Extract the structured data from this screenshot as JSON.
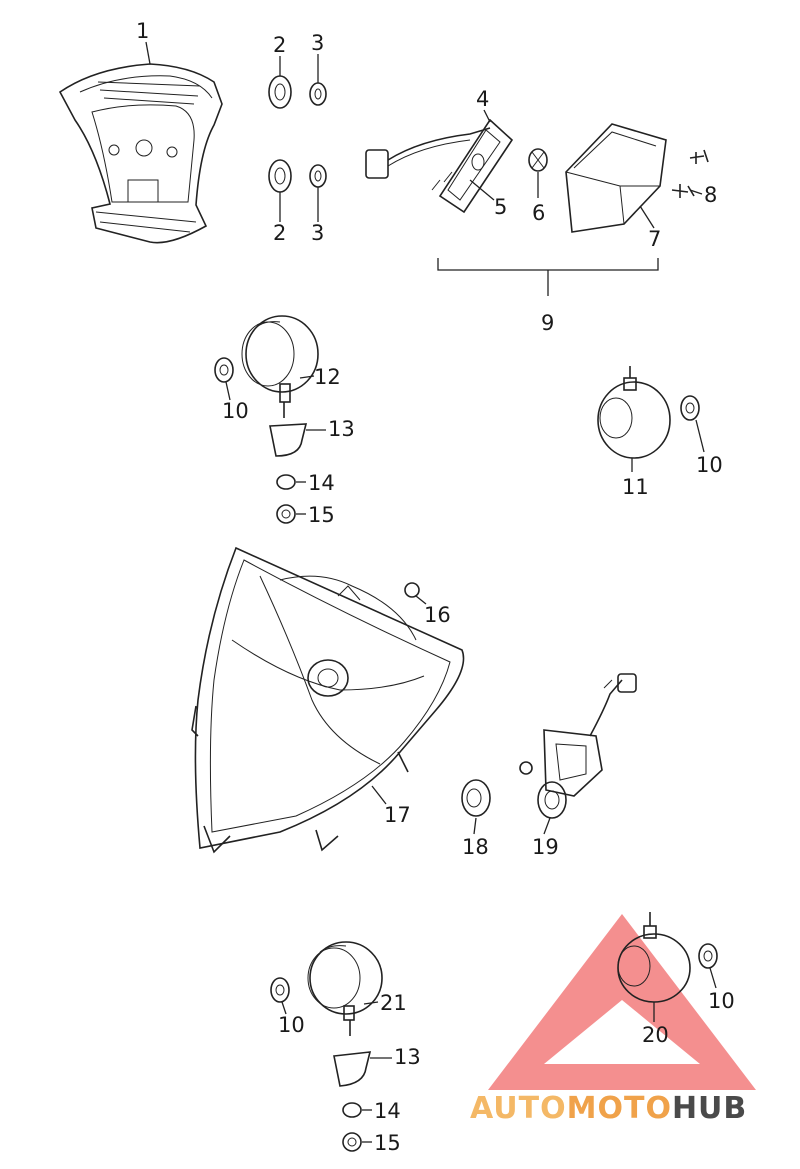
{
  "labels": {
    "p1": "1",
    "p2a": "2",
    "p2b": "2",
    "p3a": "3",
    "p3b": "3",
    "p4": "4",
    "p5": "5",
    "p6": "6",
    "p7": "7",
    "p8": "8",
    "p9": "9",
    "p10a": "10",
    "p10b": "10",
    "p10c": "10",
    "p10d": "10",
    "p11": "11",
    "p12": "12",
    "p13a": "13",
    "p13b": "13",
    "p14a": "14",
    "p14b": "14",
    "p15a": "15",
    "p15b": "15",
    "p16": "16",
    "p17": "17",
    "p18": "18",
    "p19": "19",
    "p20": "20",
    "p21": "21"
  },
  "watermark": {
    "part1": "AUTO",
    "part2": "MOTO",
    "part3": "HUB",
    "color1": "#f4b866",
    "color2": "#f0a24a",
    "color3": "#4a4a4a",
    "triangle_color": "#f06a6a"
  }
}
